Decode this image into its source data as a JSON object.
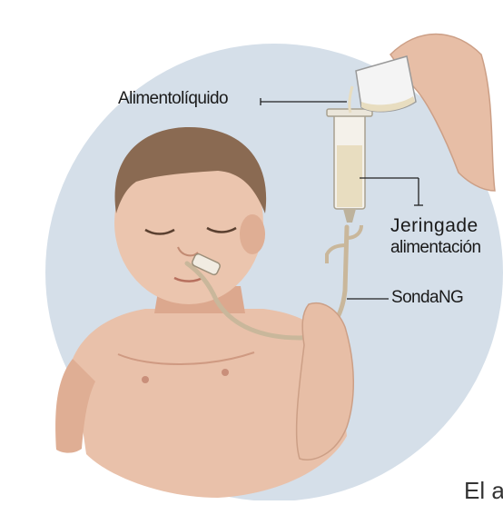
{
  "labels": {
    "liquid_food": "Alimentolíquido",
    "syringe_line1": "Jeringade",
    "syringe_line2": "alimentación",
    "ng_tube": "SondaNG"
  },
  "caption_fragment": "El a",
  "colors": {
    "circle_bg": "#d5dfe9",
    "skin": "#e9c1aa",
    "skin_shadow": "#d8a58c",
    "hair": "#8a6a52",
    "tube": "#c9b79b",
    "syringe_liquid": "#e8ddc0",
    "line": "#222222"
  }
}
